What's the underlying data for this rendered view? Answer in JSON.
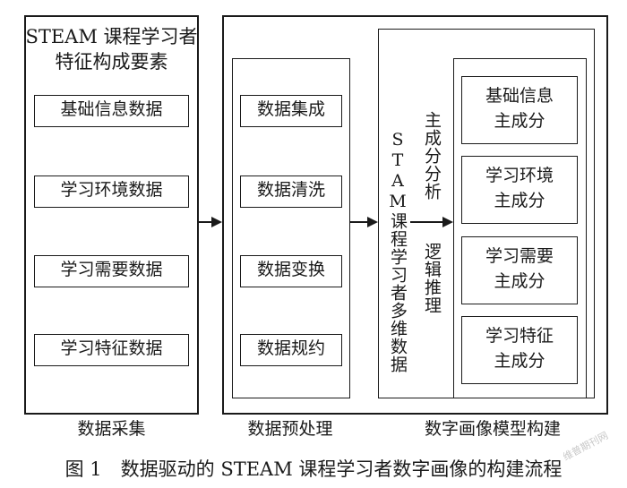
{
  "panels": {
    "collection": {
      "title_line1": "STEAM 课程学习者",
      "title_line2": "特征构成要素",
      "items": [
        "基础信息数据",
        "学习环境数据",
        "学习需要数据",
        "学习特征数据"
      ],
      "caption": "数据采集"
    },
    "preprocessing": {
      "items": [
        "数据集成",
        "数据清洗",
        "数据变换",
        "数据规约"
      ],
      "caption": "数据预处理"
    },
    "modeling": {
      "data_label": "STAM课程学习者多维数据",
      "method_top": "主成分分析",
      "method_bottom": "逻辑推理",
      "components": [
        {
          "line1": "基础信息",
          "line2": "主成分"
        },
        {
          "line1": "学习环境",
          "line2": "主成分"
        },
        {
          "line1": "学习需要",
          "line2": "主成分"
        },
        {
          "line1": "学习特征",
          "line2": "主成分"
        }
      ],
      "caption": "数字画像模型构建"
    }
  },
  "figure_caption": "图 1　数据驱动的 STEAM 课程学习者数字画像的构建流程",
  "watermark": "维普期刊网"
}
